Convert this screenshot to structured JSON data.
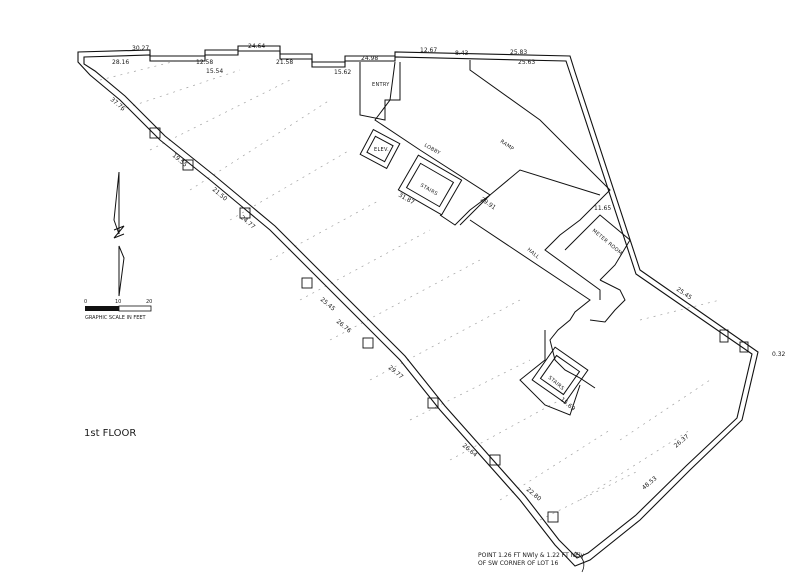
{
  "floor_label": "1st FLOOR",
  "scale": {
    "caption": "GRAPHIC SCALE IN FEET",
    "ticks": [
      "0",
      "10",
      "20"
    ]
  },
  "rooms": {
    "entry": "ENTRY",
    "elev": "ELEV.",
    "lobby": "LOBBY",
    "stairs_upper": "STAIRS",
    "ramp": "RAMP",
    "hall": "HALL",
    "meter_room": "METER ROOM",
    "stairs_lower": "STAIRS"
  },
  "dimensions": {
    "top_1": "30.27",
    "top_2": "28.16",
    "top_3": "24.64",
    "top_4": "12.58",
    "top_5": "21.58",
    "top_6": "15.54",
    "top_7": "24.98",
    "top_8": "15.62",
    "top_9": "12.67",
    "top_10": "8.43",
    "top_11": "25.83",
    "top_12": "25.63",
    "left_1": "37.76",
    "left_2": "19.55",
    "left_3": "21.50",
    "left_4": "24.77",
    "left_5": "25.45",
    "left_6": "26.76",
    "left_7": "29.77",
    "left_8": "26.64",
    "left_9": "22.80",
    "right_1": "11.65",
    "right_2": "25.45",
    "right_3": "26.37",
    "right_4": "48.53",
    "inner_1": "31.87",
    "inner_2": "29.91",
    "inner_3": "15.69",
    "edge_1": "0.32"
  },
  "point_note": {
    "line1": "POINT 1.26 FT NWly & 1.22 FT NEly",
    "line2": "OF SW CORNER OF LOT 16"
  }
}
